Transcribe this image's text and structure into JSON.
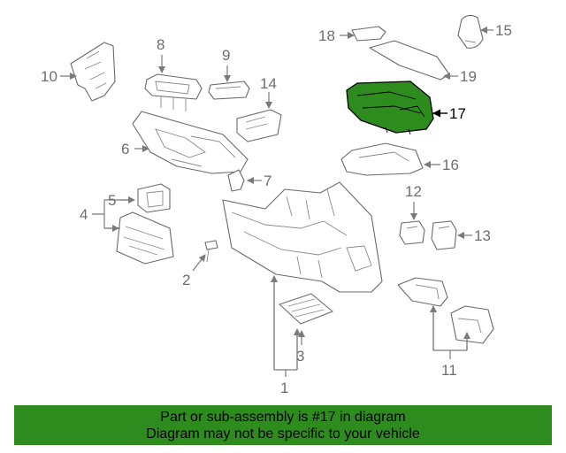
{
  "diagram": {
    "highlight_color": "#2e8b1e",
    "callouts": [
      {
        "id": "c1",
        "label": "1"
      },
      {
        "id": "c2",
        "label": "2"
      },
      {
        "id": "c3",
        "label": "3"
      },
      {
        "id": "c4",
        "label": "4"
      },
      {
        "id": "c5",
        "label": "5"
      },
      {
        "id": "c6",
        "label": "6"
      },
      {
        "id": "c7",
        "label": "7"
      },
      {
        "id": "c8",
        "label": "8"
      },
      {
        "id": "c9",
        "label": "9"
      },
      {
        "id": "c10",
        "label": "10"
      },
      {
        "id": "c11",
        "label": "11"
      },
      {
        "id": "c12",
        "label": "12"
      },
      {
        "id": "c13",
        "label": "13"
      },
      {
        "id": "c14",
        "label": "14"
      },
      {
        "id": "c15",
        "label": "15"
      },
      {
        "id": "c16",
        "label": "16"
      },
      {
        "id": "c17",
        "label": "17"
      },
      {
        "id": "c18",
        "label": "18"
      },
      {
        "id": "c19",
        "label": "19"
      }
    ]
  },
  "banner": {
    "line1": "Part or sub-assembly is #17 in diagram",
    "line2": "Diagram may not be specific to your vehicle"
  }
}
